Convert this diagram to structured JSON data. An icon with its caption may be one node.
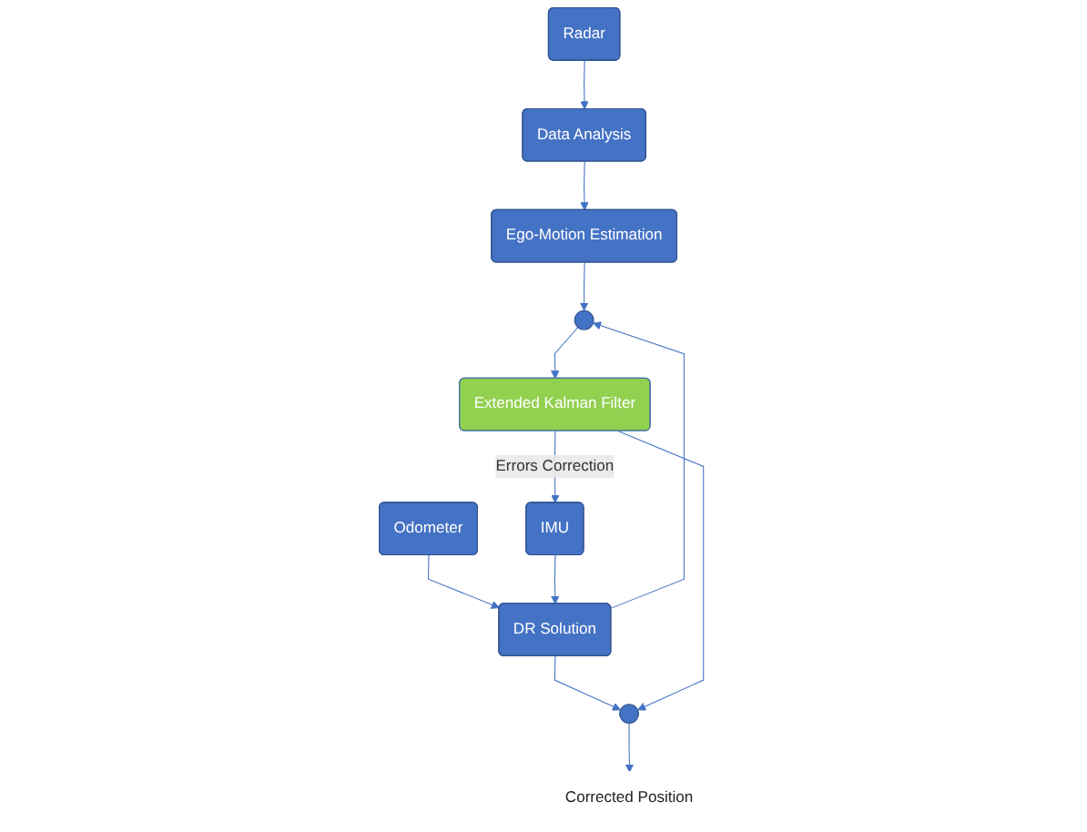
{
  "diagram": {
    "nodes": [
      {
        "text": [
          "Radar"
        ]
      },
      {
        "text": [
          "Data Analysis"
        ]
      },
      {
        "text": [
          "Ego-Motion Estimation"
        ]
      },
      {
        "text": [
          "Odometer"
        ]
      },
      {
        "text": [
          "IMU"
        ]
      },
      {
        "text": [
          "DR Solution"
        ]
      },
      {
        "text": [],
        "shape": "circle"
      },
      {
        "text": [
          "Extended Kalman Filter"
        ]
      },
      {
        "text": [],
        "shape": "circle"
      },
      {
        "text": [
          "Corrected Position"
        ]
      }
    ],
    "edges": [
      {
        "from": 0,
        "to": 1,
        "arrow": "to"
      },
      {
        "from": 1,
        "to": 2,
        "arrow": "to"
      },
      {
        "from": 3,
        "to": 5,
        "arrow": "to"
      },
      {
        "from": 4,
        "to": 5,
        "arrow": "to"
      },
      {
        "from": 5,
        "to": 6,
        "arrow": "to"
      },
      {
        "from": 2,
        "to": 6,
        "arrow": "to"
      },
      {
        "from": 5,
        "to": 8,
        "arrow": "to"
      },
      {
        "from": 6,
        "to": 7,
        "arrow": "to"
      },
      {
        "from": 7,
        "to": 4,
        "arrow": "to",
        "label": "Errors Correction"
      },
      {
        "from": 7,
        "to": 8,
        "arrow": "to"
      },
      {
        "from": 8,
        "to": 9,
        "arrow": "to"
      }
    ]
  }
}
